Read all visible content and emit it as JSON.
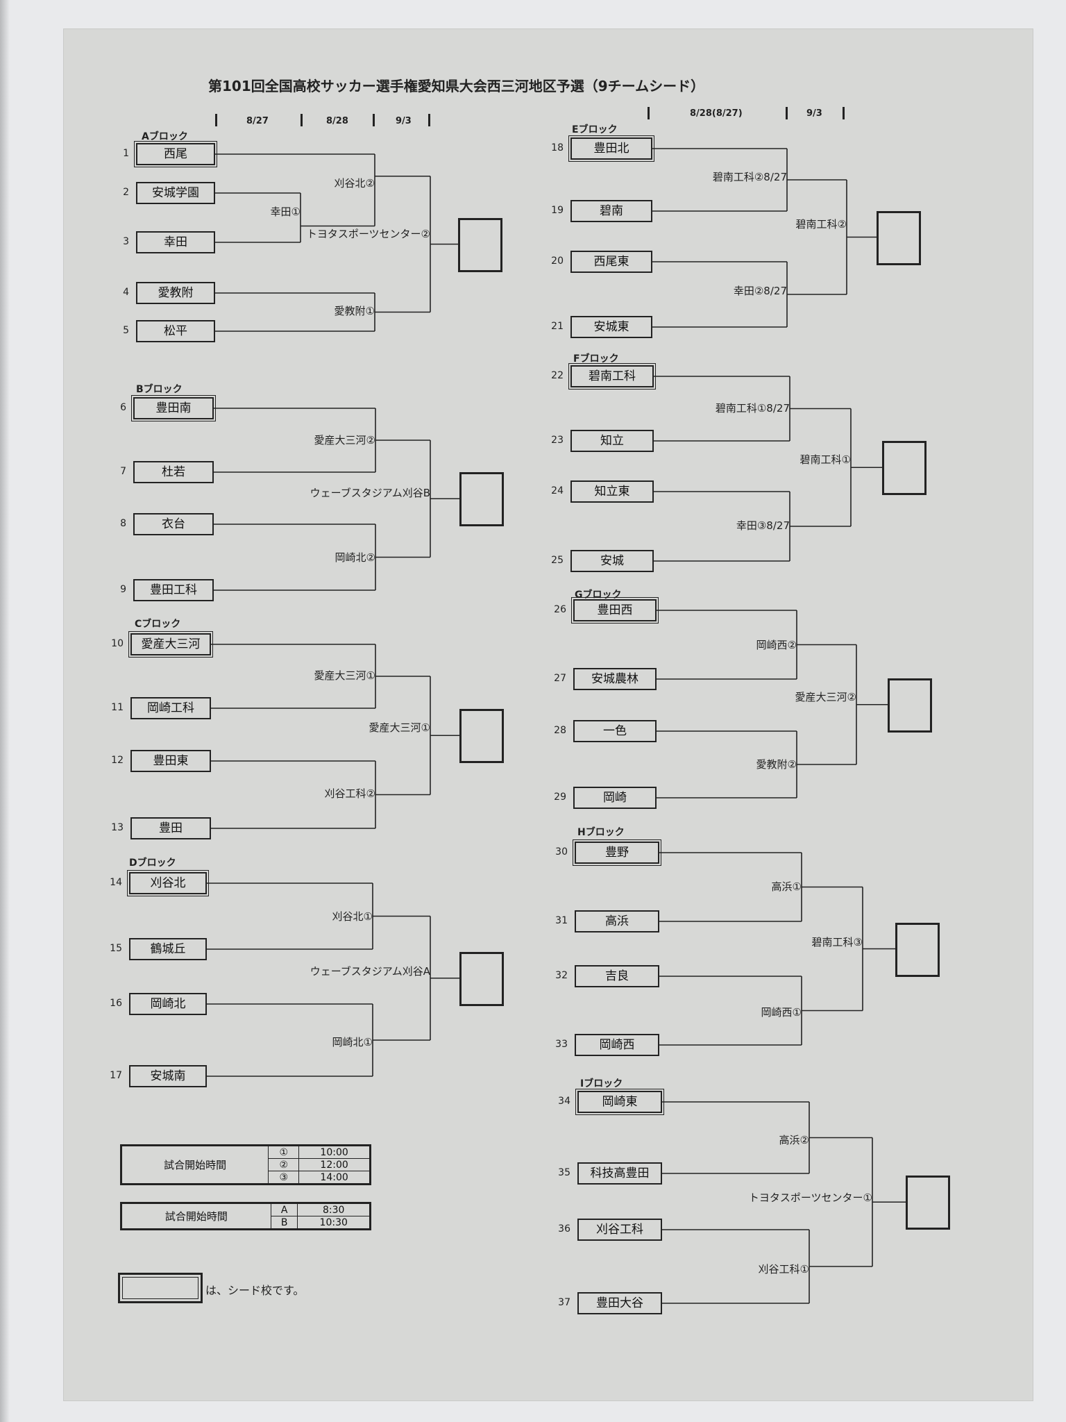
{
  "title": "第101回全国高校サッカー選手権愛知県大会西三河地区予選（9チームシード）",
  "dates_left": [
    "8/27",
    "8/28",
    "9/3"
  ],
  "dates_right": [
    "8/28(8/27)",
    "9/3"
  ],
  "blocks": [
    {
      "label": "Aブロック",
      "teams": [
        {
          "num": "1",
          "name": "西尾",
          "seed": true
        },
        {
          "num": "2",
          "name": "安城学園",
          "seed": false
        },
        {
          "num": "3",
          "name": "幸田",
          "seed": false
        },
        {
          "num": "4",
          "name": "愛教附",
          "seed": false
        },
        {
          "num": "5",
          "name": "松平",
          "seed": false
        }
      ],
      "labels": [
        "刈谷北②",
        "幸田①",
        "トヨタスポーツセンター②",
        "愛教附①"
      ]
    },
    {
      "label": "Bブロック",
      "teams": [
        {
          "num": "6",
          "name": "豊田南",
          "seed": true
        },
        {
          "num": "7",
          "name": "杜若",
          "seed": false
        },
        {
          "num": "8",
          "name": "衣台",
          "seed": false
        },
        {
          "num": "9",
          "name": "豊田工科",
          "seed": false
        }
      ],
      "labels": [
        "愛産大三河②",
        "ウェーブスタジアム刈谷B",
        "岡崎北②"
      ]
    },
    {
      "label": "Cブロック",
      "teams": [
        {
          "num": "10",
          "name": "愛産大三河",
          "seed": true
        },
        {
          "num": "11",
          "name": "岡崎工科",
          "seed": false
        },
        {
          "num": "12",
          "name": "豊田東",
          "seed": false
        },
        {
          "num": "13",
          "name": "豊田",
          "seed": false
        }
      ],
      "labels": [
        "愛産大三河①",
        "愛産大三河①",
        "刈谷工科②"
      ]
    },
    {
      "label": "Dブロック",
      "teams": [
        {
          "num": "14",
          "name": "刈谷北",
          "seed": true
        },
        {
          "num": "15",
          "name": "鶴城丘",
          "seed": false
        },
        {
          "num": "16",
          "name": "岡崎北",
          "seed": false
        },
        {
          "num": "17",
          "name": "安城南",
          "seed": false
        }
      ],
      "labels": [
        "刈谷北①",
        "ウェーブスタジアム刈谷A",
        "岡崎北①"
      ]
    },
    {
      "label": "Eブロック",
      "teams": [
        {
          "num": "18",
          "name": "豊田北",
          "seed": true
        },
        {
          "num": "19",
          "name": "碧南",
          "seed": false
        },
        {
          "num": "20",
          "name": "西尾東",
          "seed": false
        },
        {
          "num": "21",
          "name": "安城東",
          "seed": false
        }
      ],
      "labels": [
        "碧南工科②8/27",
        "碧南工科②",
        "幸田②8/27"
      ]
    },
    {
      "label": "Fブロック",
      "teams": [
        {
          "num": "22",
          "name": "碧南工科",
          "seed": true
        },
        {
          "num": "23",
          "name": "知立",
          "seed": false
        },
        {
          "num": "24",
          "name": "知立東",
          "seed": false
        },
        {
          "num": "25",
          "name": "安城",
          "seed": false
        }
      ],
      "labels": [
        "碧南工科①8/27",
        "碧南工科①",
        "幸田③8/27"
      ]
    },
    {
      "label": "Gブロック",
      "teams": [
        {
          "num": "26",
          "name": "豊田西",
          "seed": true
        },
        {
          "num": "27",
          "name": "安城農林",
          "seed": false
        },
        {
          "num": "28",
          "name": "一色",
          "seed": false
        },
        {
          "num": "29",
          "name": "岡崎",
          "seed": false
        }
      ],
      "labels": [
        "岡崎西②",
        "愛産大三河②",
        "愛教附②"
      ]
    },
    {
      "label": "Hブロック",
      "teams": [
        {
          "num": "30",
          "name": "豊野",
          "seed": true
        },
        {
          "num": "31",
          "name": "高浜",
          "seed": false
        },
        {
          "num": "32",
          "name": "吉良",
          "seed": false
        },
        {
          "num": "33",
          "name": "岡崎西",
          "seed": false
        }
      ],
      "labels": [
        "高浜①",
        "碧南工科③",
        "岡崎西①"
      ]
    },
    {
      "label": "Iブロック",
      "teams": [
        {
          "num": "34",
          "name": "岡崎東",
          "seed": true
        },
        {
          "num": "35",
          "name": "科技高豊田",
          "seed": false
        },
        {
          "num": "36",
          "name": "刈谷工科",
          "seed": false
        },
        {
          "num": "37",
          "name": "豊田大谷",
          "seed": false
        }
      ],
      "labels": [
        "高浜②",
        "トヨタスポーツセンター①",
        "刈谷工科①"
      ]
    }
  ],
  "schedule1": {
    "label": "試合開始時間",
    "rows": [
      [
        "①",
        "10:00"
      ],
      [
        "②",
        "12:00"
      ],
      [
        "③",
        "14:00"
      ]
    ]
  },
  "schedule2": {
    "label": "試合開始時間",
    "rows": [
      [
        "A",
        "8:30"
      ],
      [
        "B",
        "10:30"
      ]
    ]
  },
  "legend": "は、シード校です。"
}
